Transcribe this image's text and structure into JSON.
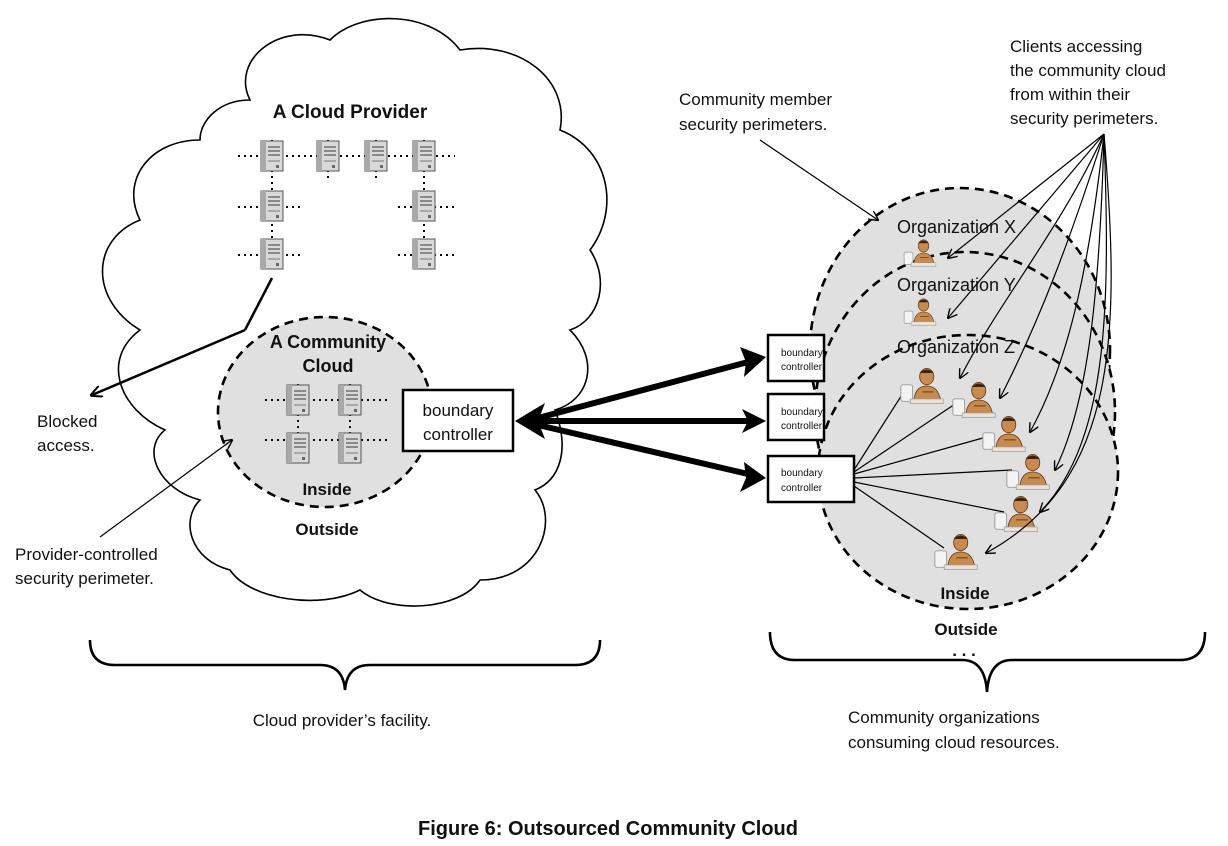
{
  "figure_caption": "Figure 6: Outsourced Community Cloud",
  "provider": {
    "title": "A Cloud Provider",
    "community_cloud_title_line1": "A Community",
    "community_cloud_title_line2": "Cloud",
    "inside_label": "Inside",
    "outside_label": "Outside",
    "boundary_controller_line1": "boundary",
    "boundary_controller_line2": "controller"
  },
  "annotations": {
    "blocked_line1": "Blocked",
    "blocked_line2": "access.",
    "perimeter_line1": "Provider-controlled",
    "perimeter_line2": "security perimeter.",
    "member_perimeters_line1": "Community member",
    "member_perimeters_line2": "security perimeters.",
    "clients_line1": "Clients accessing",
    "clients_line2": "the community cloud",
    "clients_line3": "from within their",
    "clients_line4": "security perimeters."
  },
  "organizations": {
    "x": "Organization X",
    "y": "Organization Y",
    "z": "Organization Z",
    "small_bc_line1": "boundary",
    "small_bc_line2": "controller",
    "inside_label": "Inside",
    "outside_label": "Outside",
    "ellipsis": ". . ."
  },
  "brackets": {
    "left": "Cloud provider’s facility.",
    "right_line1": "Community organizations",
    "right_line2": "consuming cloud resources."
  },
  "icons": [
    "server-icon",
    "client-user-icon"
  ],
  "colors": {
    "perimeter_fill": "#e0e0e0",
    "line": "#000000",
    "server_face": "#d9d9d9",
    "client_skin": "#c98a4b"
  }
}
